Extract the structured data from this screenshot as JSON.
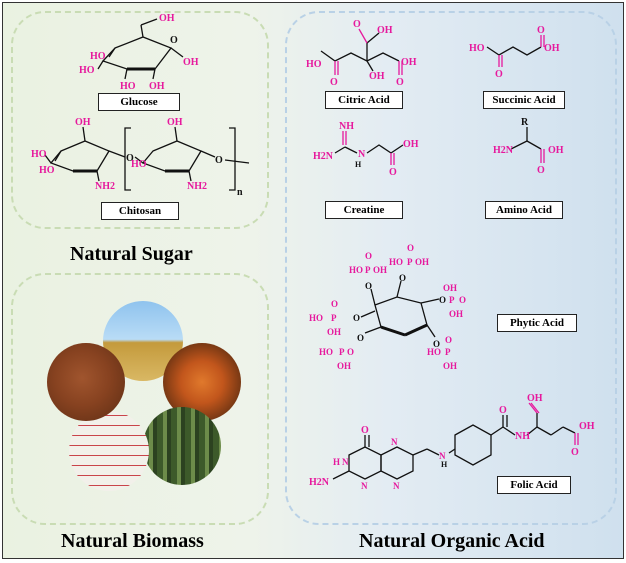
{
  "sections": {
    "sugar": "Natural Sugar",
    "biomass": "Natural Biomass",
    "acid": "Natural Organic Acid"
  },
  "labels": {
    "glucose": "Glucose",
    "chitosan": "Chitosan",
    "citric": "Citric Acid",
    "succinic": "Succinic Acid",
    "creatine": "Creatine",
    "amino": "Amino Acid",
    "phytic": "Phytic Acid",
    "folic": "Folic Acid"
  },
  "chem": {
    "OH": "OH",
    "HO": "HO",
    "NH2": "NH2",
    "H2N": "H2N",
    "NH": "NH",
    "N": "N",
    "H": "H",
    "O": "O",
    "P": "P",
    "R": "R",
    "n": "n",
    "methoxy": "–"
  },
  "colors": {
    "accent": "#e6199d",
    "green_border": "#c9dcb4",
    "blue_border": "#b9d1e6"
  },
  "photos": [
    "field-photo",
    "crab-photo",
    "forest-photo",
    "package-photo",
    "powder-photo"
  ]
}
